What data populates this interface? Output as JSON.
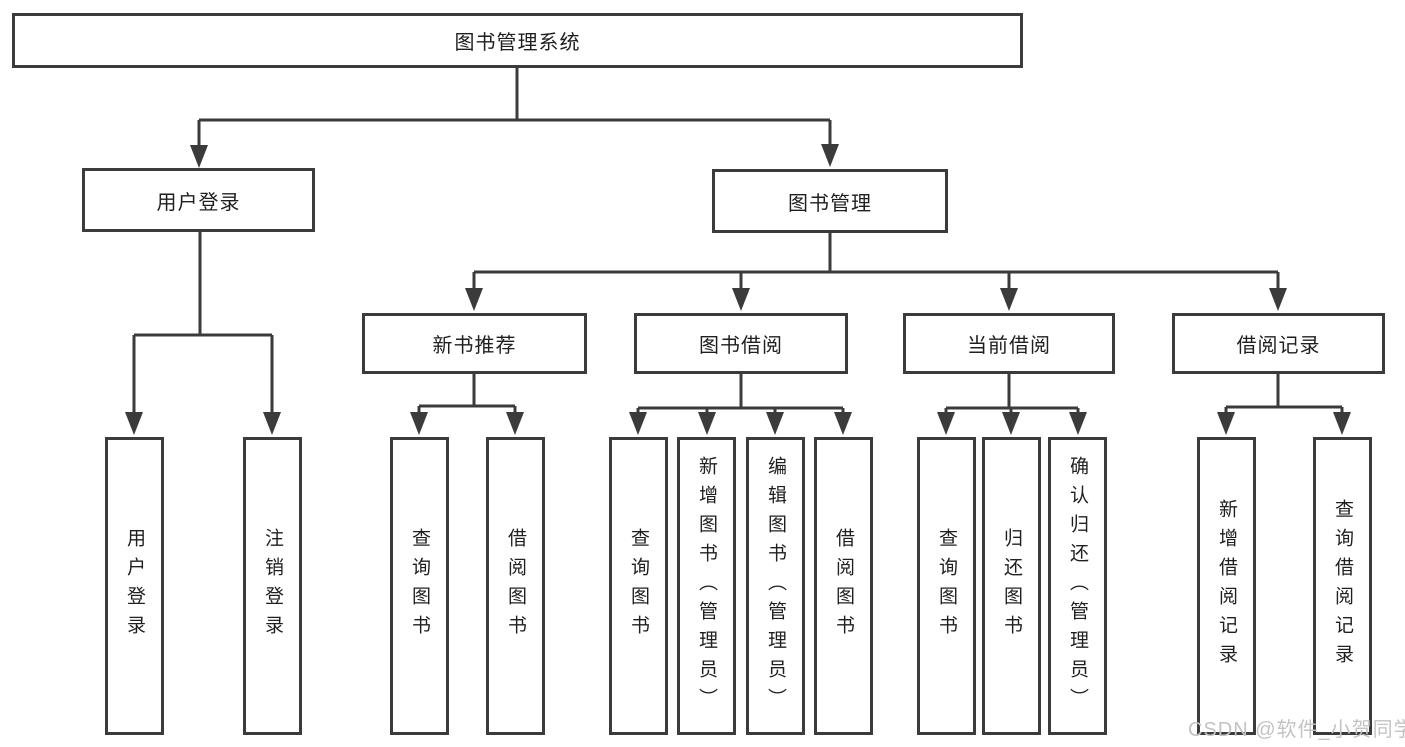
{
  "diagram": {
    "title": "图书管理系统",
    "level1": {
      "user_login": "用户登录",
      "book_management": "图书管理"
    },
    "level2": {
      "new_book_recommend": "新书推荐",
      "book_borrow": "图书借阅",
      "current_borrow": "当前借阅",
      "borrow_record": "借阅记录"
    },
    "leaves": {
      "user_login": [
        "用户登录",
        "注销登录"
      ],
      "new_book_recommend": [
        "查询图书",
        "借阅图书"
      ],
      "book_borrow": [
        "查询图书",
        "新增图书（管理员）",
        "编辑图书（管理员）",
        "借阅图书"
      ],
      "current_borrow": [
        "查询图书",
        "归还图书",
        "确认归还（管理员）"
      ],
      "borrow_record": [
        "新增借阅记录",
        "查询借阅记录"
      ]
    }
  },
  "watermark": "CSDN @软件_小贺同学",
  "colors": {
    "line": "#3b3b3b",
    "text": "#1f1f1f",
    "box_background": "#ffffff",
    "watermark": "#c3c3c3",
    "background": "#ffffff"
  }
}
